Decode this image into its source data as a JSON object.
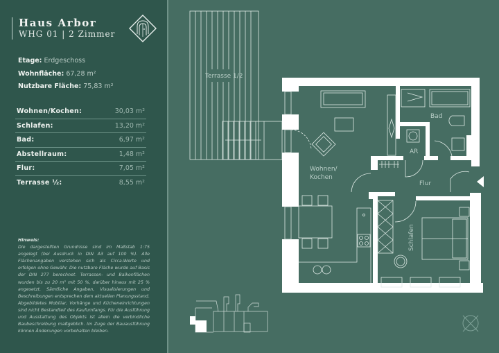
{
  "header": {
    "title": "Haus Arbor",
    "subtitle": "WHG 01 | 2 Zimmer",
    "logo_icon": "house-door-diamond-icon"
  },
  "facts": [
    {
      "label": "Etage:",
      "value": "Erdgeschoss"
    },
    {
      "label": "Wohnfläche:",
      "value": "67,28 m²"
    },
    {
      "label": "Nutzbare Fläche:",
      "value": "75,83 m²"
    }
  ],
  "areas": [
    {
      "label": "Wohnen/Kochen:",
      "value": "30,03 m²"
    },
    {
      "label": "Schlafen:",
      "value": "13,20 m²"
    },
    {
      "label": "Bad:",
      "value": "6,97 m²"
    },
    {
      "label": "Abstellraum:",
      "value": "1,48 m²"
    },
    {
      "label": "Flur:",
      "value": "7,05 m²"
    },
    {
      "label": "Terrasse ½:",
      "value": "8,55 m²"
    }
  ],
  "note": {
    "heading": "Hinweis:",
    "text": "Die dargestellten Grundrisse sind im Maßstab 1:75 angelegt (bei Ausdruck in DIN A3 auf 100 %). Alle Flächenangaben verstehen sich als Circa-Werte und erfolgen ohne Gewähr. Die nutzbare Fläche wurde auf Basis der DIN 277 berechnet. Terrassen- und Balkonflächen wurden bis zu 20 m² mit 50 %, darüber hinaus mit 25 % angesetzt. Sämtliche Angaben, Visualisierungen und Beschreibungen entsprechen dem aktuellen Planungsstand. Abgebildetes Mobiliar, Vorhänge und Kücheneinrichtungen sind nicht Bestandteil des Kaufumfangs. Für die Ausführung und Ausstattung des Objekts ist allein die verbindliche Baubeschreibung maßgeblich. Im Zuge der Bauausführung können Änderungen vorbehalten bleiben."
  },
  "plan": {
    "rooms": {
      "terrace": "Terrasse 1/2",
      "living": "Wohnen/",
      "living2": "Kochen",
      "bath": "Bad",
      "storage": "AR",
      "hall": "Flur",
      "bedroom": "Schlafen"
    },
    "icons": [
      "site-plan-icon",
      "compass-icon",
      "entrance-arrow-icon"
    ]
  },
  "colors": {
    "left_panel": "#2f564c",
    "plan_bg": "#466d62",
    "walls": "#ffffff",
    "lines": "#d8e6e1"
  }
}
